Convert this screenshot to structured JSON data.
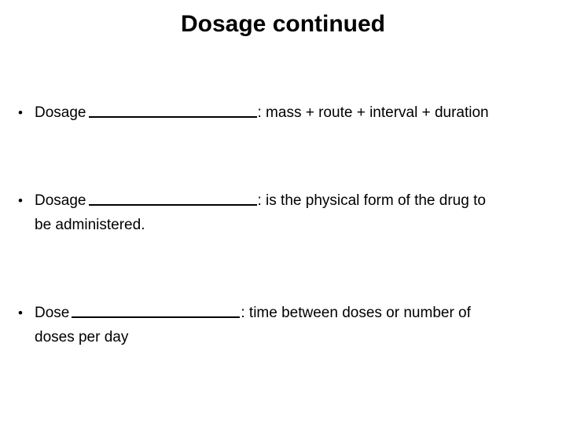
{
  "slide": {
    "title": "Dosage continued",
    "background_color": "#ffffff",
    "text_color": "#000000",
    "bullet_glyph": "•",
    "bullets": [
      {
        "lead": "Dosage",
        "blank": "_________",
        "after": ": mass + route + interval + duration",
        "continuation": ""
      },
      {
        "lead": "Dosage",
        "blank": "_________",
        "after": ": is the physical form of the drug to",
        "continuation": "be administered."
      },
      {
        "lead": "Dose",
        "blank": "_________",
        "after": ": time between doses or number of",
        "continuation": "doses per day"
      }
    ]
  }
}
